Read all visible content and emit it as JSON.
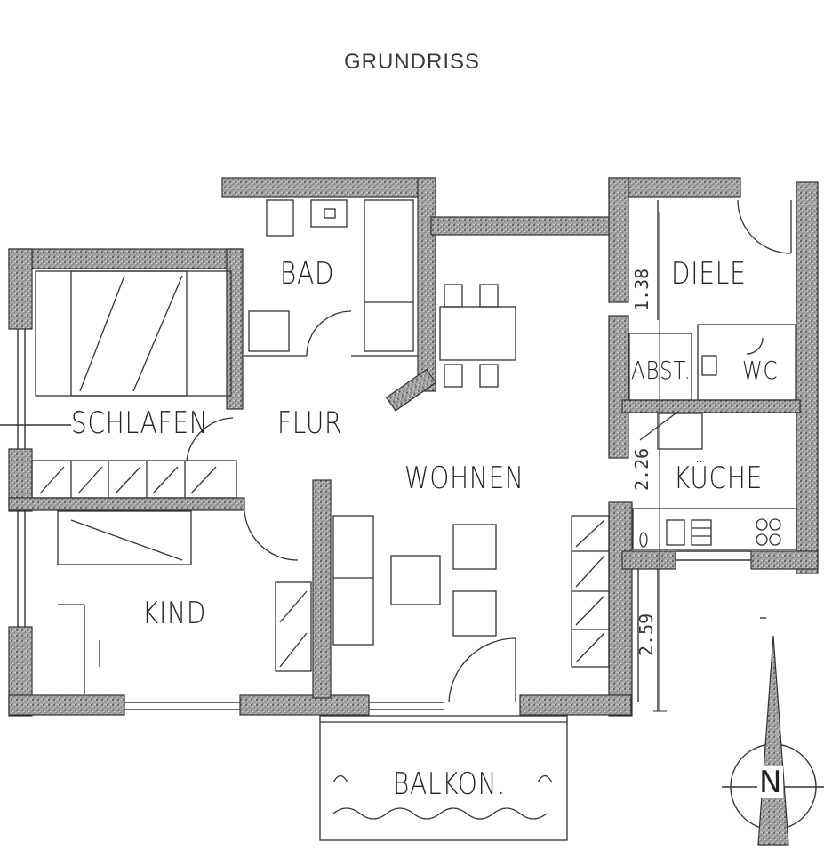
{
  "title": "GRUNDRISS",
  "rooms": {
    "bad": "BAD",
    "diele": "DIELE",
    "schlafen": "SCHLAFEN",
    "flur": "FLUR",
    "abst": "ABST.",
    "wc": "WC",
    "wohnen": "WOHNEN",
    "kueche": "KÜCHE",
    "kind": "KIND",
    "balkon": "BALKON."
  },
  "dimensions": {
    "d1": "1.38",
    "d2": "2.26",
    "d3": "2.59"
  },
  "compass": {
    "letter": "N",
    "icon": "north-arrow-icon"
  },
  "colors": {
    "wall": "#8c8c8c",
    "line": "#333333",
    "paper": "#ffffff"
  }
}
